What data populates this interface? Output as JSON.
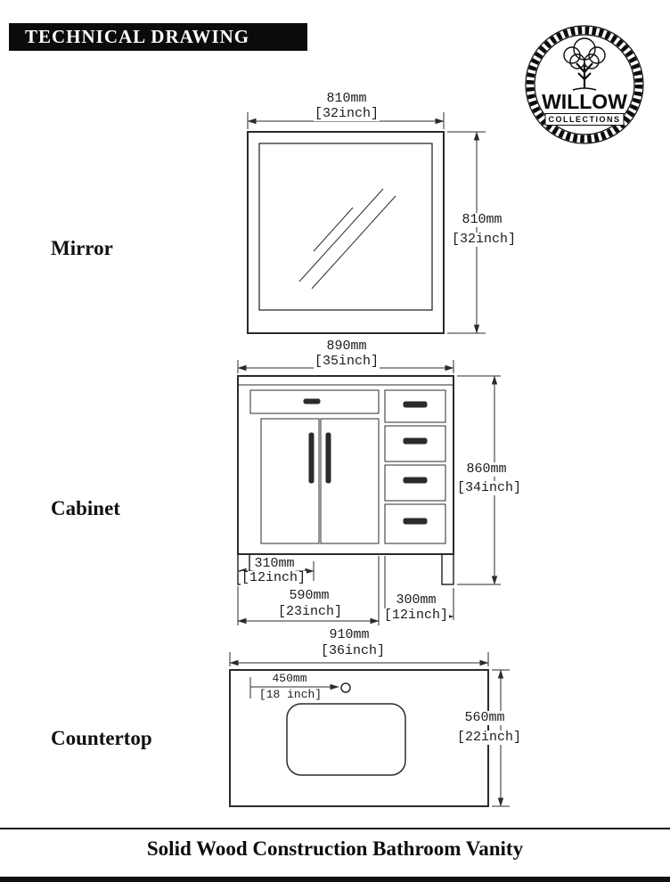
{
  "header": {
    "title": "TECHNICAL DRAWING"
  },
  "logo": {
    "brand": "WILLOW",
    "sub": "COLLECTIONS"
  },
  "mirror": {
    "label": "Mirror",
    "width_mm": "810mm",
    "width_in": "[32inch]",
    "height_mm": "810mm",
    "height_in": "[32inch]"
  },
  "cabinet": {
    "label": "Cabinet",
    "width_mm": "890mm",
    "width_in": "[35inch]",
    "height_mm": "860mm",
    "height_in": "[34inch]",
    "dim310_mm": "310mm",
    "dim310_in": "[12inch]",
    "dim590_mm": "590mm",
    "dim590_in": "[23inch]",
    "dim300_mm": "300mm",
    "dim300_in": "[12inch]"
  },
  "countertop": {
    "label": "Countertop",
    "width_mm": "910mm",
    "width_in": "[36inch]",
    "faucet_mm": "450mm",
    "faucet_in": "[18 inch]",
    "depth_mm": "560mm",
    "depth_in": "[22inch]"
  },
  "footer": {
    "title": "Solid Wood Construction Bathroom Vanity"
  }
}
